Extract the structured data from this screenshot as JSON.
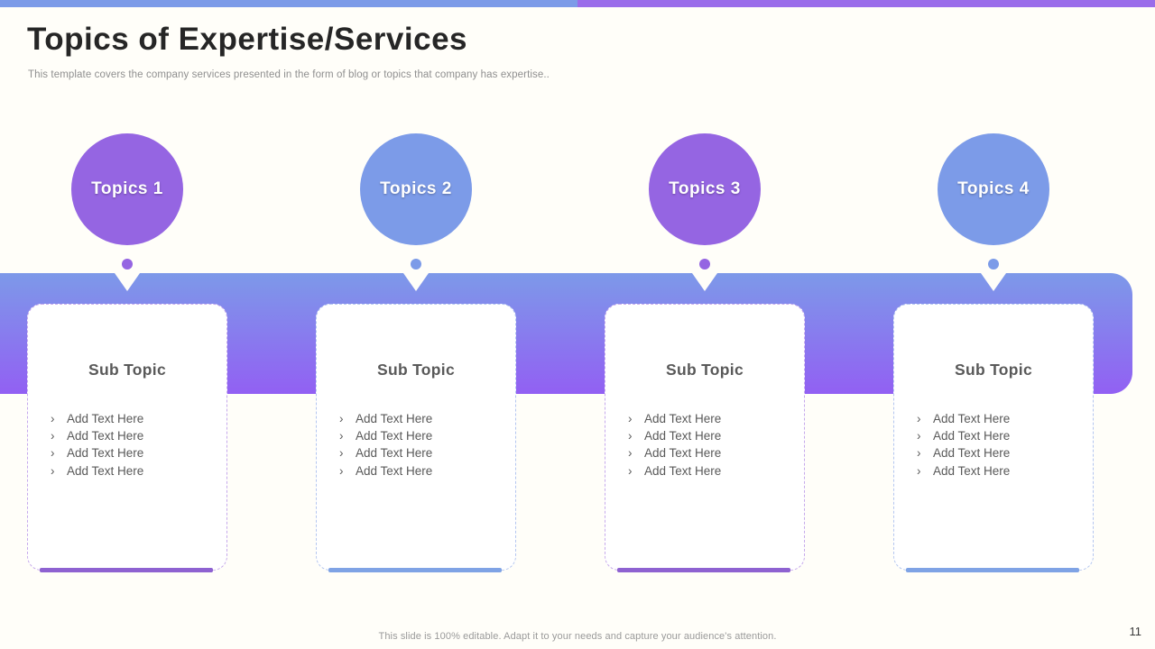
{
  "slide": {
    "title": "Topics of Expertise/Services",
    "subtitle": "This template covers the company services presented in the form of blog or topics that company has expertise..",
    "footer_note": "This slide is 100% editable.  Adapt it to your needs and capture your audience's attention.",
    "page_number": "11"
  },
  "colors": {
    "topbar_blue": "#7C9BE8",
    "topbar_purple": "#9A6CEA",
    "band_gradient_top": "#7D99E9",
    "band_gradient_bottom": "#9260F3",
    "accent_purple": "#9565E2",
    "accent_blue": "#7C9BE8",
    "card_border_purple": "#C6A9EC",
    "card_border_blue": "#B4C6F0",
    "card_bar_purple": "#8E62D1",
    "card_bar_blue": "#7FA3E5",
    "title_text": "#262626",
    "subtitle_text": "#8F8F8F",
    "heading_text": "#595959",
    "body_text": "#595959",
    "footer_text": "#9A9A9A"
  },
  "topics": [
    {
      "label": "Topics 1",
      "theme": "purple",
      "card": {
        "heading": "Sub Topic",
        "bullet": "›",
        "items": [
          "Add Text Here",
          "Add Text Here",
          "Add Text Here",
          "Add Text Here"
        ]
      }
    },
    {
      "label": "Topics 2",
      "theme": "blue",
      "card": {
        "heading": "Sub Topic",
        "bullet": "›",
        "items": [
          "Add Text Here",
          "Add Text Here",
          "Add Text Here",
          "Add Text Here"
        ]
      }
    },
    {
      "label": "Topics 3",
      "theme": "purple",
      "card": {
        "heading": "Sub Topic",
        "bullet": "›",
        "items": [
          "Add Text Here",
          "Add Text Here",
          "Add Text Here",
          "Add Text Here"
        ]
      }
    },
    {
      "label": "Topics 4",
      "theme": "blue",
      "card": {
        "heading": "Sub Topic",
        "bullet": "›",
        "items": [
          "Add Text Here",
          "Add Text Here",
          "Add Text Here",
          "Add Text Here"
        ]
      }
    }
  ],
  "layout": {
    "column_lefts": [
      30,
      350,
      670,
      990
    ]
  }
}
